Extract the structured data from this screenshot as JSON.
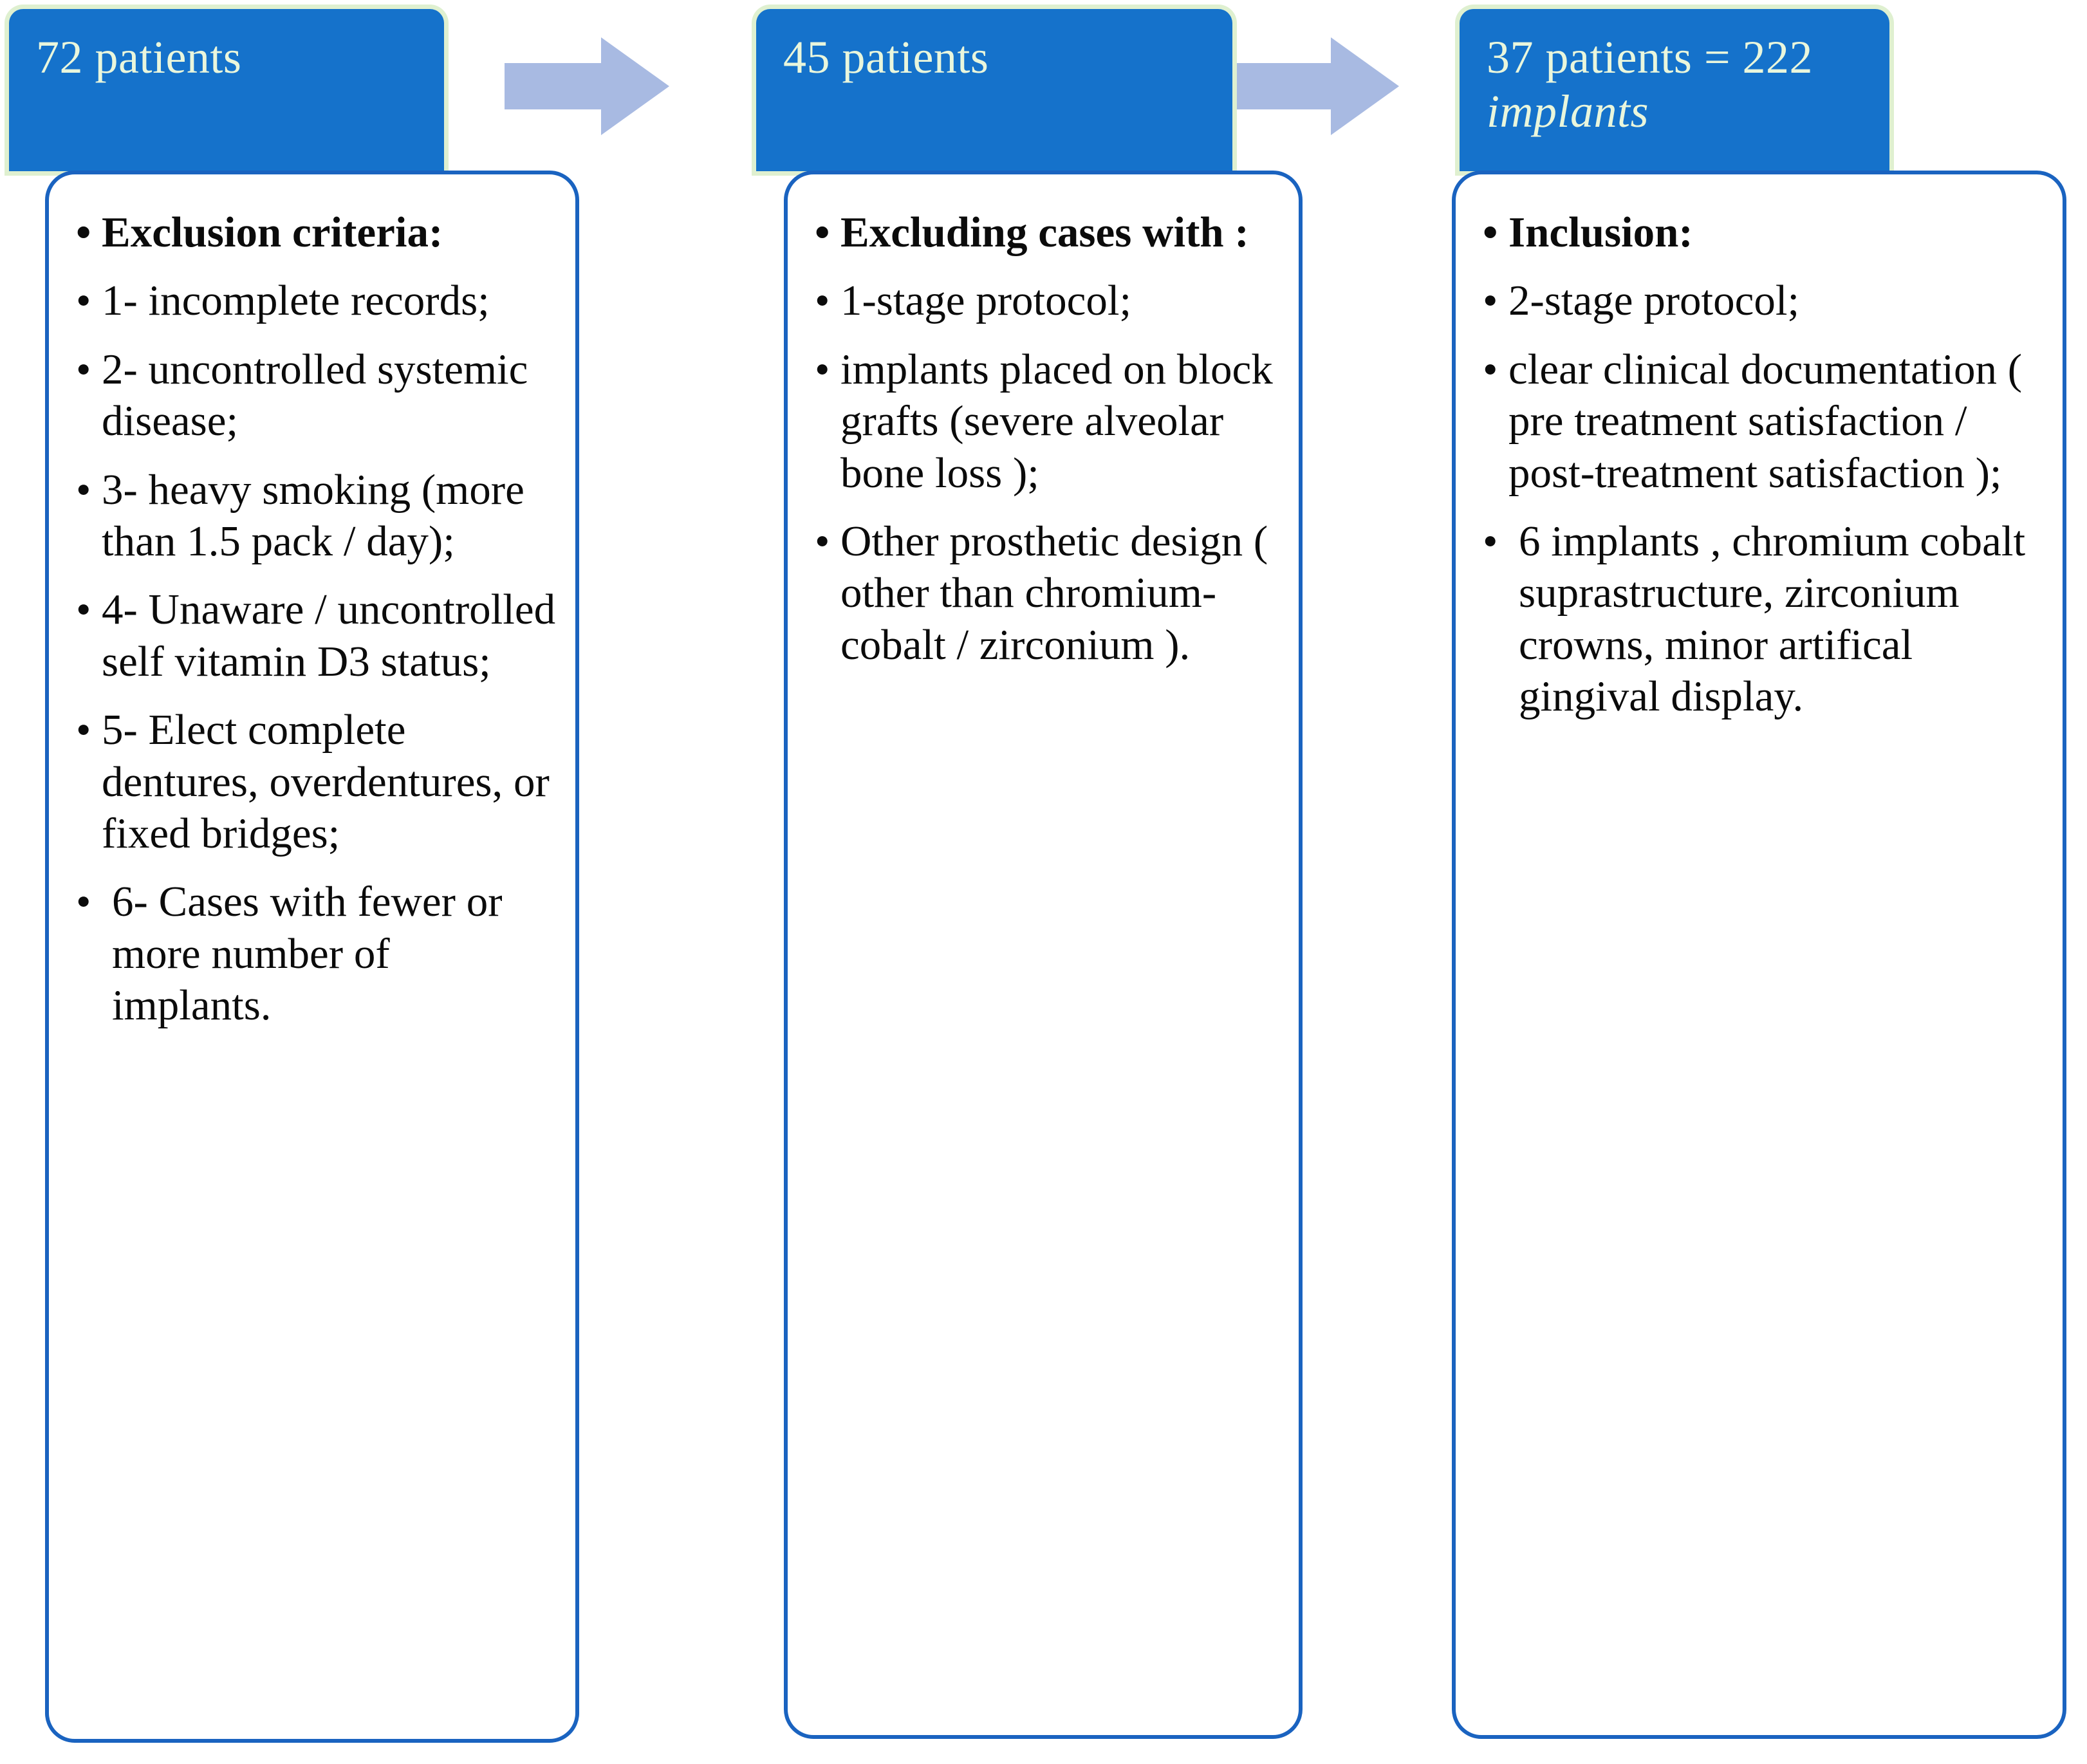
{
  "diagram": {
    "type": "patient-selection-flowchart",
    "colors": {
      "header_blue": "#1572CB",
      "header_glow": "#DFF0D0",
      "header_text": "#E9F6DC",
      "panel_border": "#1A63C0",
      "arrow_fill": "#A8BAE2",
      "body_text": "#0B0B0B",
      "background": "#FFFFFF"
    },
    "stages": [
      {
        "id": "stage-1",
        "header": {
          "line1": "72 patients",
          "line2": ""
        },
        "items": [
          {
            "bullet": "•",
            "text": "Exclusion criteria:",
            "bold": true,
            "wide": false
          },
          {
            "bullet": "•",
            "text": "1- incomplete records;",
            "bold": false,
            "wide": false
          },
          {
            "bullet": "•",
            "text": "2- uncontrolled systemic disease;",
            "bold": false,
            "wide": false
          },
          {
            "bullet": "•",
            "text": "3- heavy smoking (more than 1.5 pack / day);",
            "bold": false,
            "wide": false
          },
          {
            "bullet": "•",
            "text": "4- Unaware / uncontrolled self vitamin D3 status;",
            "bold": false,
            "wide": false
          },
          {
            "bullet": "•",
            "text": "5- Elect complete dentures, overdentures, or fixed bridges;",
            "bold": false,
            "wide": false
          },
          {
            "bullet": "•",
            "text": "6- Cases with fewer or more number of implants.",
            "bold": false,
            "wide": true
          }
        ]
      },
      {
        "id": "stage-2",
        "header": {
          "line1": "45 patients",
          "line2": ""
        },
        "items": [
          {
            "bullet": "•",
            "text": "Excluding cases with :",
            "bold": true,
            "wide": false
          },
          {
            "bullet": "•",
            "text": "1-stage protocol;",
            "bold": false,
            "wide": false
          },
          {
            "bullet": "•",
            "text": "implants placed on block grafts (severe alveolar bone loss );",
            "bold": false,
            "wide": false
          },
          {
            "bullet": "•",
            "text": "Other prosthetic design ( other than chromium-cobalt / zirconium ).",
            "bold": false,
            "wide": false
          }
        ]
      },
      {
        "id": "stage-3",
        "header": {
          "line1": "37 patients = 222",
          "line2": "implants"
        },
        "items": [
          {
            "bullet": "•",
            "text": "Inclusion:",
            "bold": true,
            "wide": false
          },
          {
            "bullet": "•",
            "text": "2-stage protocol;",
            "bold": false,
            "wide": false
          },
          {
            "bullet": "•",
            "text": "clear clinical documentation ( pre treatment satisfaction / post-treatment satisfaction );",
            "bold": false,
            "wide": false
          },
          {
            "bullet": "•",
            "text": "6 implants , chromium cobalt suprastructure, zirconium crowns, minor artifical gingival display.",
            "bold": false,
            "wide": true
          }
        ]
      }
    ],
    "connectors": [
      {
        "id": "arrow-1",
        "from": "stage-1",
        "to": "stage-2",
        "direction": "right"
      },
      {
        "id": "arrow-2",
        "from": "stage-2",
        "to": "stage-3",
        "direction": "right"
      }
    ]
  }
}
